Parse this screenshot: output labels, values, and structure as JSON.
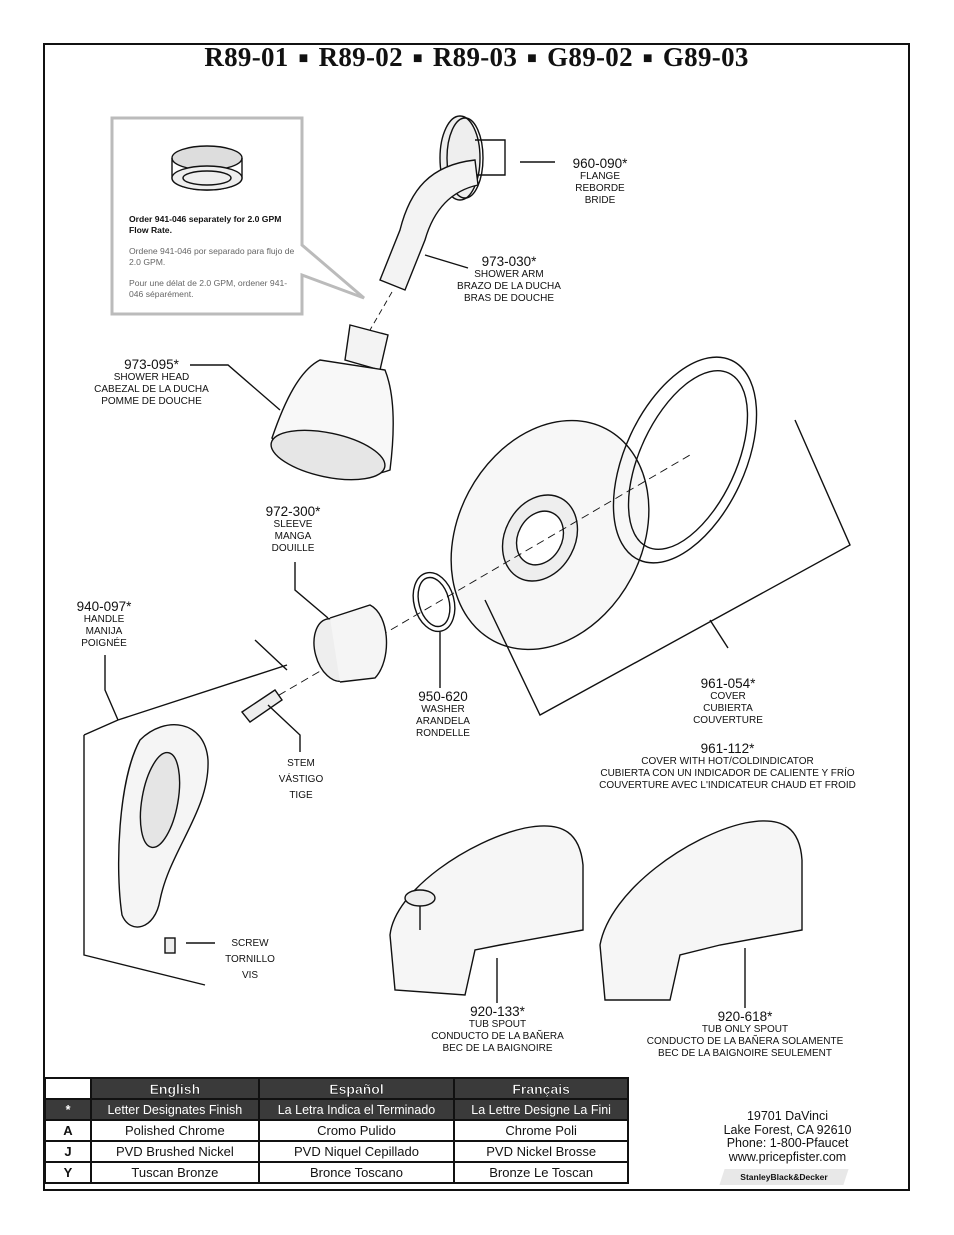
{
  "title": [
    "R89-01",
    "R89-02",
    "R89-03",
    "G89-02",
    "G89-03"
  ],
  "title_separator": "■",
  "callout": {
    "bold": "Order 941-046 separately for 2.0 GPM  Flow Rate.",
    "es": "Ordene 941-046 por separado para flujo de 2.0 GPM.",
    "fr": "Pour une délat de 2.0 GPM, ordener 941-046 séparément."
  },
  "parts": {
    "flange": {
      "num": "960-090*",
      "l1": "FLANGE",
      "l2": "REBORDE",
      "l3": "BRIDE"
    },
    "arm": {
      "num": "973-030*",
      "l1": "SHOWER ARM",
      "l2": "BRAZO DE LA DUCHA",
      "l3": "BRAS DE DOUCHE"
    },
    "head": {
      "num": "973-095*",
      "l1": "SHOWER HEAD",
      "l2": "CABEZAL DE LA DUCHA",
      "l3": "POMME DE DOUCHE"
    },
    "sleeve": {
      "num": "972-300*",
      "l1": "SLEEVE",
      "l2": "MANGA",
      "l3": "DOUILLE"
    },
    "handle": {
      "num": "940-097*",
      "l1": "HANDLE",
      "l2": "MANIJA",
      "l3": "POIGNÉE"
    },
    "washer": {
      "num": "950-620",
      "l1": "WASHER",
      "l2": "ARANDELA",
      "l3": "RONDELLE"
    },
    "cover": {
      "num": "961-054*",
      "l1": "COVER",
      "l2": "CUBIERTA",
      "l3": "COUVERTURE"
    },
    "cover_ind": {
      "num": "961-112*",
      "l1": "COVER WITH HOT/COLDINDICATOR",
      "l2": "CUBIERTA CON UN INDICADOR DE CALIENTE Y FRÍO",
      "l3": "COUVERTURE AVEC L'INDICATEUR CHAUD ET FROID"
    },
    "stem": {
      "l1": "STEM",
      "l2": "VÁSTIGO",
      "l3": "TIGE"
    },
    "screw": {
      "l1": "SCREW",
      "l2": "TORNILLO",
      "l3": "VIS"
    },
    "tub_spout": {
      "num": "920-133*",
      "l1": "TUB SPOUT",
      "l2": "CONDUCTO DE LA BAÑERA",
      "l3": "BEC DE LA BAIGNOIRE"
    },
    "tub_only": {
      "num": "920-618*",
      "l1": "TUB ONLY SPOUT",
      "l2": "CONDUCTO DE LA BAÑERA SOLAMENTE",
      "l3": "BEC DE LA BAIGNOIRE SEULEMENT"
    }
  },
  "finish_table": {
    "headers": [
      "English",
      "Español",
      "Français"
    ],
    "star": {
      "code": "*",
      "cells": [
        "Letter Designates Finish",
        "La Letra Indica el Terminado",
        "La Lettre Designe La Fini"
      ]
    },
    "rows": [
      {
        "code": "A",
        "cells": [
          "Polished Chrome",
          "Cromo Pulido",
          "Chrome Poli"
        ]
      },
      {
        "code": "J",
        "cells": [
          "PVD Brushed Nickel",
          "PVD Niquel Cepillado",
          "PVD Nickel Brosse"
        ]
      },
      {
        "code": "Y",
        "cells": [
          "Tuscan Bronze",
          "Bronce Toscano",
          "Bronze Le Toscan"
        ]
      }
    ]
  },
  "address": [
    "19701 DaVinci",
    "Lake Forest, CA 92610",
    "Phone: 1-800-Pfaucet",
    "www.pricepfister.com"
  ],
  "brand": "StanleyBlack&Decker"
}
